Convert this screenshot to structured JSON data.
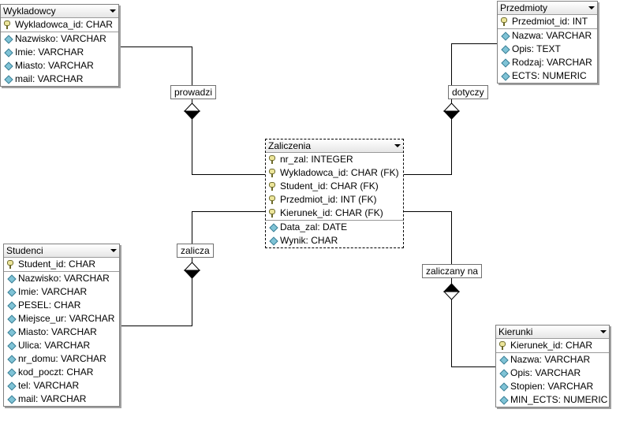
{
  "entities": {
    "wykladowcy": {
      "name": "Wykladowcy",
      "pk": [
        {
          "label": "Wykladowca_id: CHAR"
        }
      ],
      "attrs": [
        {
          "label": "Nazwisko: VARCHAR"
        },
        {
          "label": "Imie: VARCHAR"
        },
        {
          "label": "Miasto: VARCHAR"
        },
        {
          "label": "mail: VARCHAR"
        }
      ]
    },
    "przedmioty": {
      "name": "Przedmioty",
      "pk": [
        {
          "label": "Przedmiot_id: INT"
        }
      ],
      "attrs": [
        {
          "label": "Nazwa: VARCHAR"
        },
        {
          "label": "Opis: TEXT"
        },
        {
          "label": "Rodzaj: VARCHAR"
        },
        {
          "label": "ECTS: NUMERIC"
        }
      ]
    },
    "zaliczenia": {
      "name": "Zaliczenia",
      "pk": [
        {
          "label": "nr_zal: INTEGER"
        },
        {
          "label": "Wykladowca_id: CHAR (FK)"
        },
        {
          "label": "Student_id: CHAR (FK)"
        },
        {
          "label": "Przedmiot_id: INT (FK)"
        },
        {
          "label": "Kierunek_id: CHAR (FK)"
        }
      ],
      "attrs": [
        {
          "label": "Data_zal: DATE"
        },
        {
          "label": "Wynik: CHAR"
        }
      ]
    },
    "studenci": {
      "name": "Studenci",
      "pk": [
        {
          "label": "Student_id: CHAR"
        }
      ],
      "attrs": [
        {
          "label": "Nazwisko: VARCHAR"
        },
        {
          "label": "Imie: VARCHAR"
        },
        {
          "label": "PESEL: CHAR"
        },
        {
          "label": "Miejsce_ur: VARCHAR"
        },
        {
          "label": "Miasto: VARCHAR"
        },
        {
          "label": "Ulica: VARCHAR"
        },
        {
          "label": "nr_domu: VARCHAR"
        },
        {
          "label": "kod_poczt: CHAR"
        },
        {
          "label": "tel: VARCHAR"
        },
        {
          "label": "mail: VARCHAR"
        }
      ]
    },
    "kierunki": {
      "name": "Kierunki",
      "pk": [
        {
          "label": "Kierunek_id: CHAR"
        }
      ],
      "attrs": [
        {
          "label": "Nazwa: VARCHAR"
        },
        {
          "label": "Opis: VARCHAR"
        },
        {
          "label": "Stopien: VARCHAR"
        },
        {
          "label": "MIN_ECTS: NUMERIC"
        }
      ]
    }
  },
  "relationships": {
    "prowadzi": "prowadzi",
    "dotyczy": "dotyczy",
    "zalicza": "zalicza",
    "zaliczany_na": "zaliczany na"
  },
  "colors": {
    "line": "#000000",
    "attr_icon": "#7fc3d6",
    "key_icon": "#ece59a"
  }
}
